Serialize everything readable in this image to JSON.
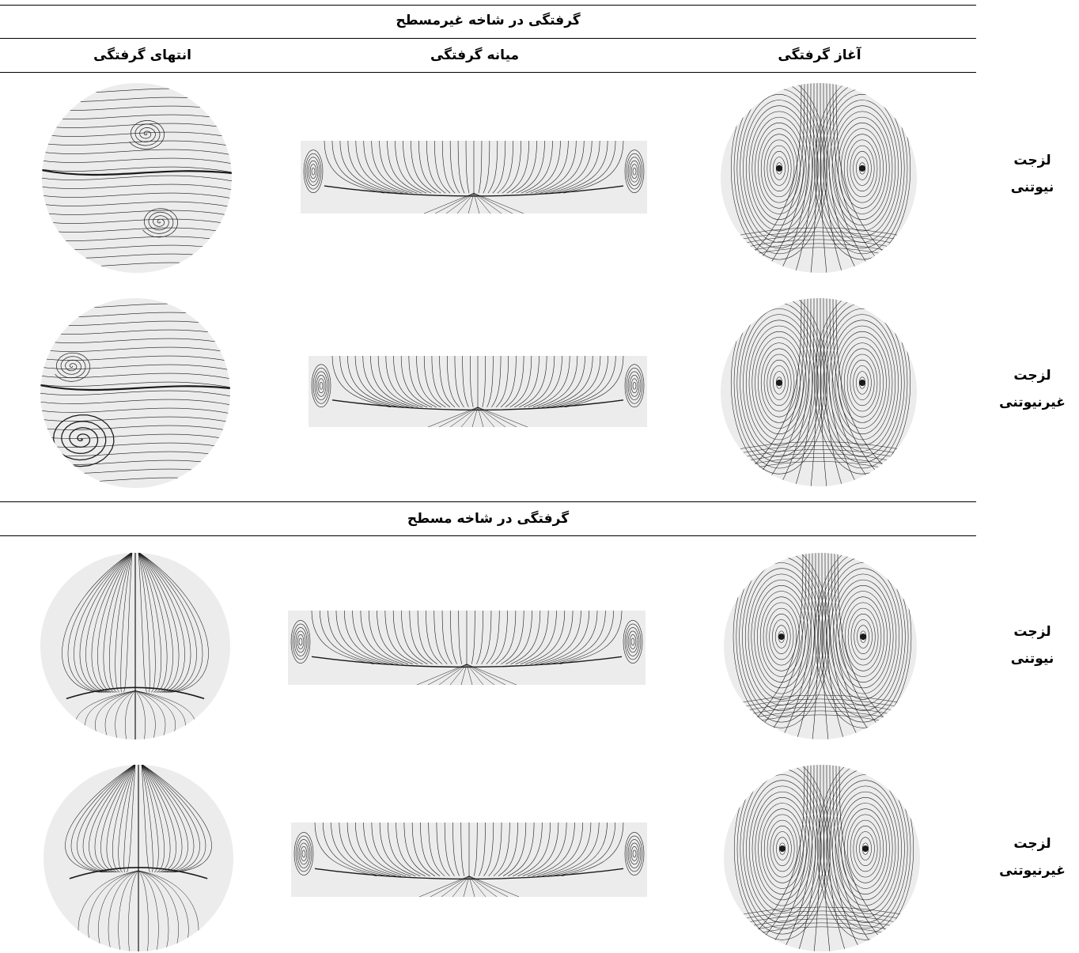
{
  "table": {
    "section1_title": "گرفتگی در شاخه غیرمسطح",
    "section2_title": "گرفتگی در شاخه مسطح",
    "columns": {
      "end": "انتهای گرفتگی",
      "middle": "میانه گرفتگی",
      "start": "آغاز گرفتگی"
    },
    "rows": [
      {
        "line1": "لزجت",
        "line2": "نیوتنی"
      },
      {
        "line1": "لزجت",
        "line2": "غیرنیوتنی"
      },
      {
        "line1": "لزجت",
        "line2": "نیوتنی"
      },
      {
        "line1": "لزجت",
        "line2": "غیرنیوتنی"
      }
    ]
  },
  "colors": {
    "panel_fill": "#ececec",
    "streamline": "#1a1a1a"
  },
  "figures": [
    {
      "row": 1,
      "col": "end",
      "kind": "spiral-pair"
    },
    {
      "row": 1,
      "col": "middle",
      "kind": "rect-flow"
    },
    {
      "row": 1,
      "col": "start",
      "kind": "twin-vortex"
    },
    {
      "row": 2,
      "col": "end",
      "kind": "spiral-pair"
    },
    {
      "row": 2,
      "col": "middle",
      "kind": "rect-flow"
    },
    {
      "row": 2,
      "col": "start",
      "kind": "twin-vortex"
    },
    {
      "row": 3,
      "col": "end",
      "kind": "saddle"
    },
    {
      "row": 3,
      "col": "middle",
      "kind": "rect-flow"
    },
    {
      "row": 3,
      "col": "start",
      "kind": "twin-vortex"
    },
    {
      "row": 4,
      "col": "end",
      "kind": "saddle"
    },
    {
      "row": 4,
      "col": "middle",
      "kind": "rect-flow"
    },
    {
      "row": 4,
      "col": "start",
      "kind": "twin-vortex"
    }
  ]
}
